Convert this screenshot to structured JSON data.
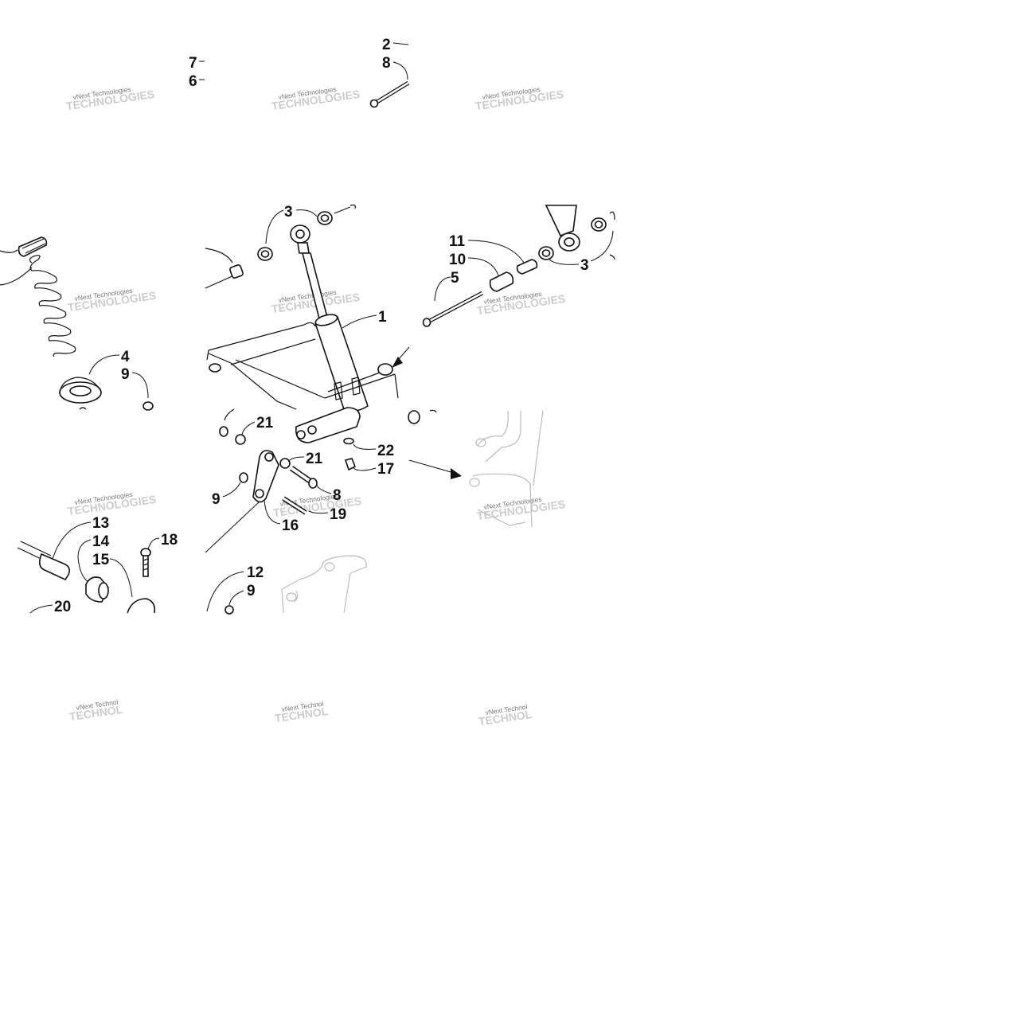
{
  "watermark_text": "vNext Technologies",
  "watermark_text_cut": "vNext Technol",
  "callouts": {
    "c2": "2",
    "c8a": "8",
    "c7": "7",
    "c6": "6",
    "c3a": "3",
    "c3b": "3",
    "c11": "11",
    "c10": "10",
    "c5": "5",
    "c1": "1",
    "c4": "4",
    "c9a": "9",
    "c21a": "21",
    "c21b": "21",
    "c22": "22",
    "c17": "17",
    "c8b": "8",
    "c9b": "9",
    "c16": "16",
    "c19": "19",
    "c13": "13",
    "c14": "14",
    "c15": "15",
    "c18": "18",
    "c20": "20",
    "c12": "12",
    "c9c": "9"
  }
}
